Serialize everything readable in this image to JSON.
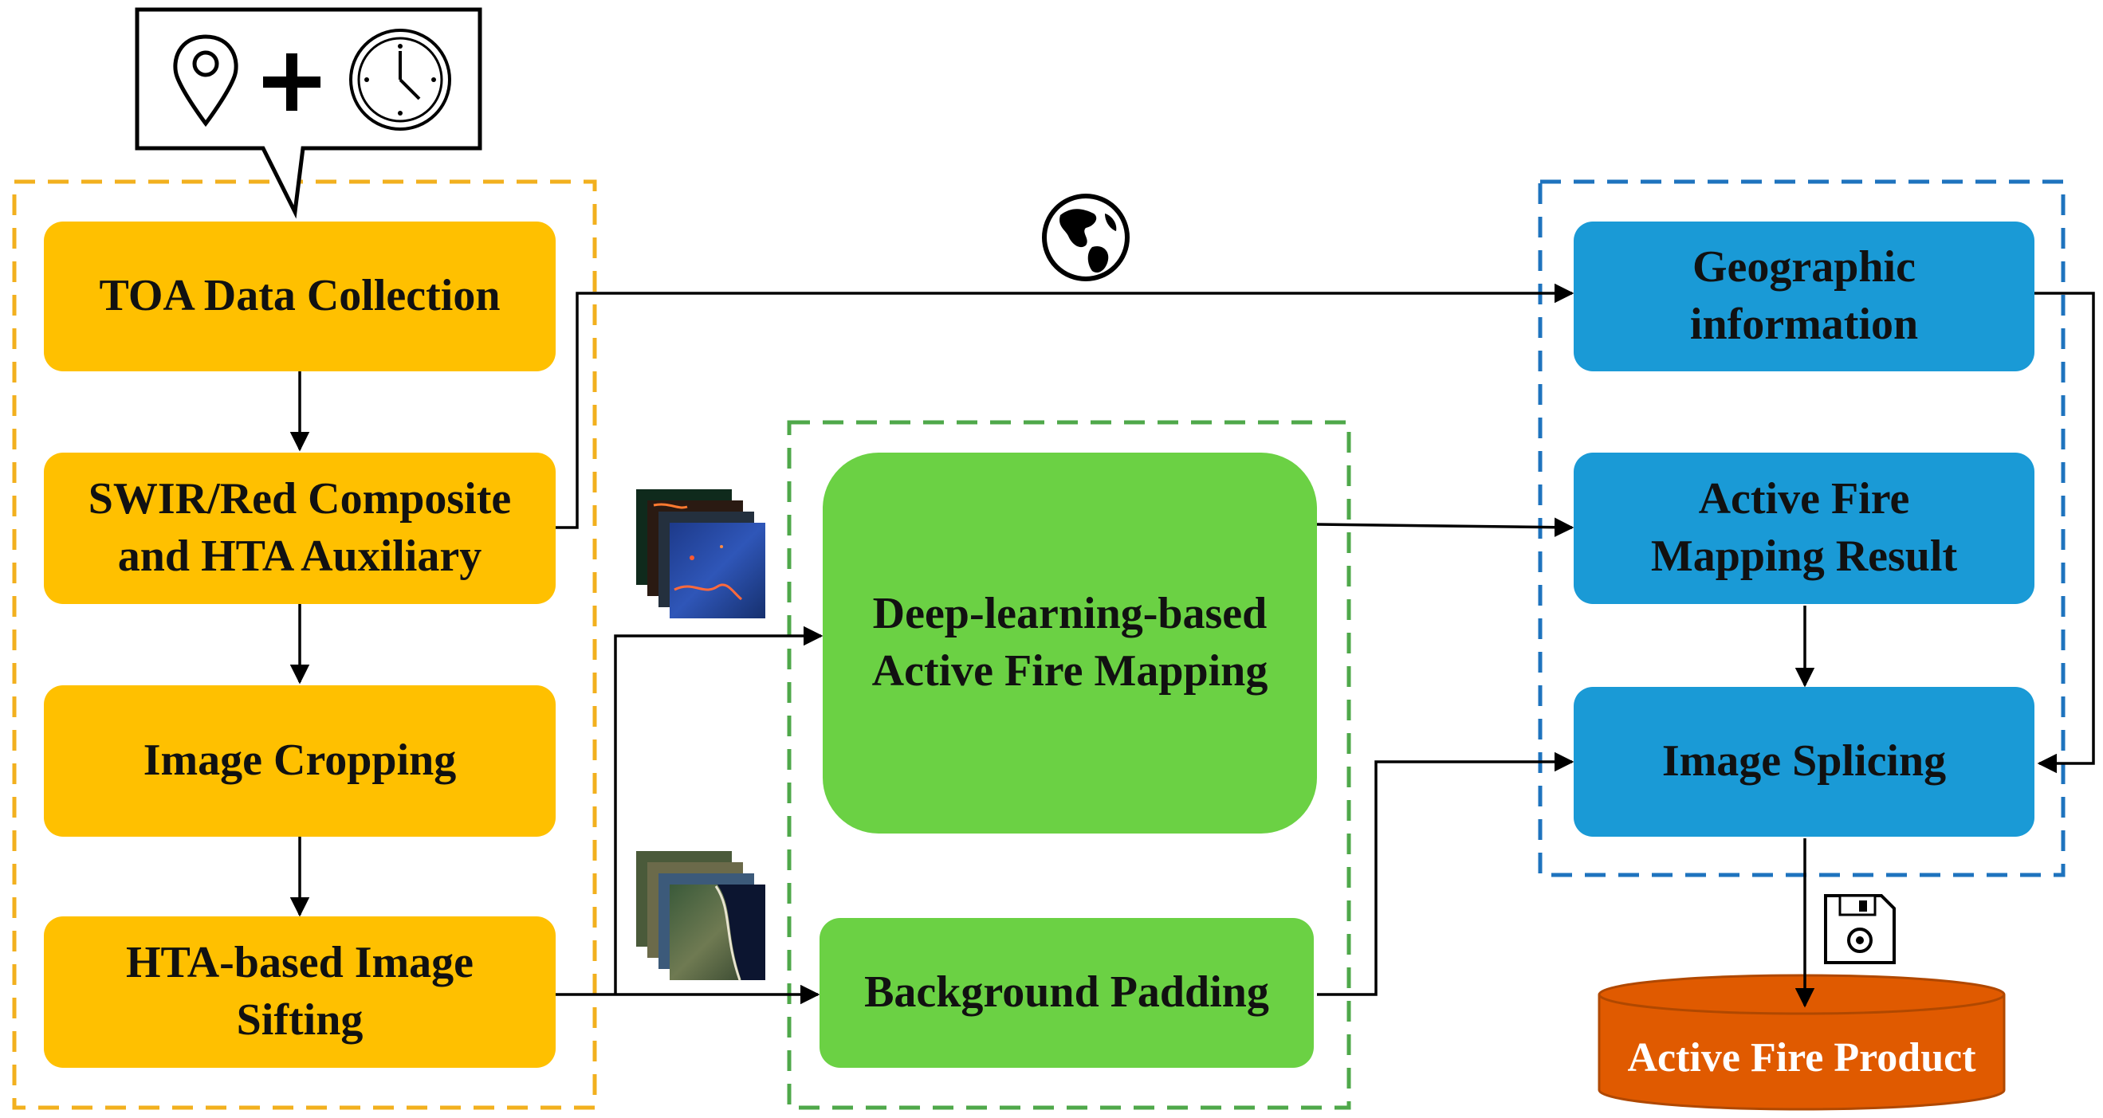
{
  "left_group": {
    "nodes": [
      {
        "lines": [
          "TOA Data Collection"
        ]
      },
      {
        "lines": [
          "SWIR/Red Composite",
          "and HTA Auxiliary"
        ]
      },
      {
        "lines": [
          "Image Cropping"
        ]
      },
      {
        "lines": [
          "HTA-based Image",
          "Sifting"
        ]
      }
    ]
  },
  "middle_group": {
    "mapping": {
      "lines": [
        "Deep-learning-based",
        "Active Fire Mapping"
      ]
    },
    "padding": {
      "lines": [
        "Background Padding"
      ]
    }
  },
  "right_group": {
    "nodes": [
      {
        "lines": [
          "Geographic",
          "information"
        ]
      },
      {
        "lines": [
          "Active Fire",
          "Mapping Result"
        ]
      },
      {
        "lines": [
          "Image Splicing"
        ]
      }
    ]
  },
  "product": {
    "label": "Active Fire Product"
  },
  "colors": {
    "yellow": "#FFC000",
    "green": "#6BD144",
    "blue": "#1A9AD6",
    "orange": "#E05A00",
    "yellow_border": "#F2B01E",
    "green_border": "#4FA84A",
    "blue_border": "#1E73BE"
  },
  "icons": [
    "location-pin-icon",
    "plus-icon",
    "clock-icon",
    "globe-icon",
    "floppy-disk-icon",
    "satellite-image-stack-icon"
  ]
}
